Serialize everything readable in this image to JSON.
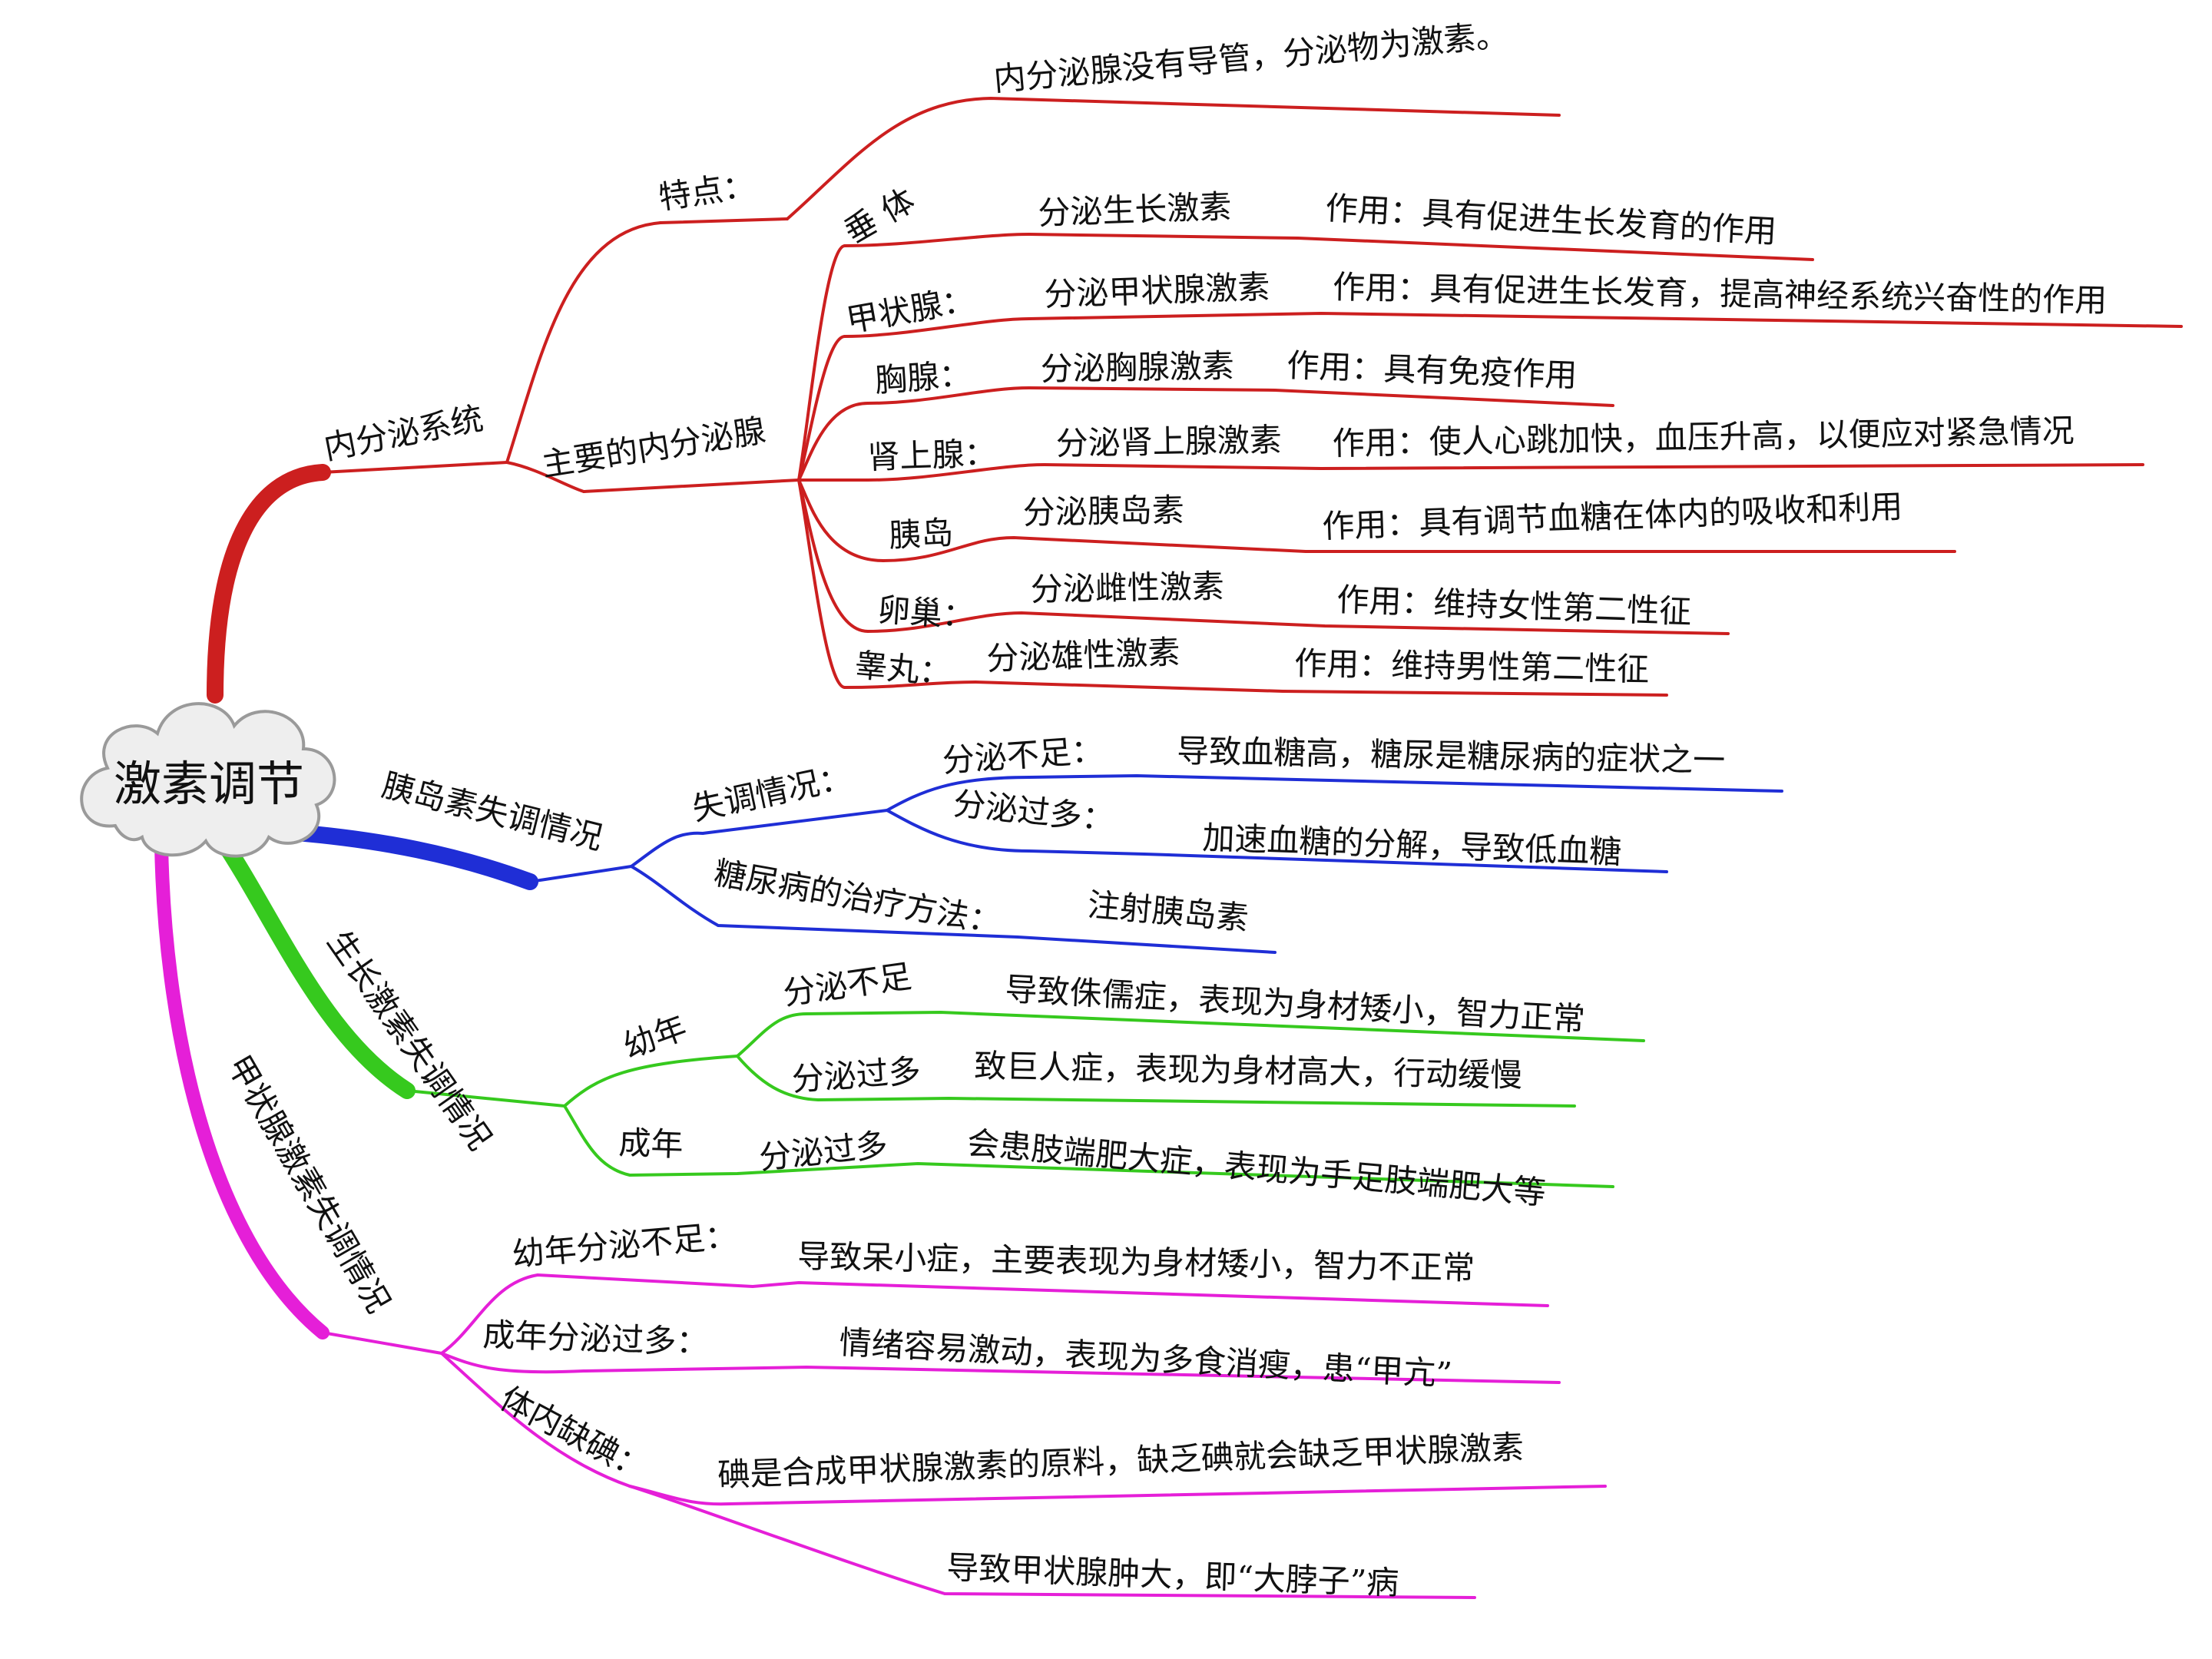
{
  "root": {
    "label": "激素调节"
  },
  "colors": {
    "red": "#cc1f1f",
    "blue": "#1f2ed6",
    "green": "#36c91e",
    "magenta": "#e51fd8",
    "cloud": "#eeeeee"
  },
  "branches": {
    "endocrine": {
      "label": "内分泌系统",
      "feature": {
        "label": "特点：",
        "text": "内分泌腺没有导管，分泌物为激素。"
      },
      "glands": {
        "label": "主要的内分泌腺",
        "items": [
          {
            "gland": "垂 体",
            "secretes": "分泌生长激素",
            "effect": "作用：具有促进生长发育的作用"
          },
          {
            "gland": "甲状腺：",
            "secretes": "分泌甲状腺激素",
            "effect": "作用：具有促进生长发育，提高神经系统兴奋性的作用"
          },
          {
            "gland": "胸腺：",
            "secretes": "分泌胸腺激素",
            "effect": "作用：具有免疫作用"
          },
          {
            "gland": "肾上腺：",
            "secretes": "分泌肾上腺激素",
            "effect": "作用：使人心跳加快，血压升高，以便应对紧急情况"
          },
          {
            "gland": "胰岛",
            "secretes": "分泌胰岛素",
            "effect": "作用：具有调节血糖在体内的吸收和利用"
          },
          {
            "gland": "卵巢：",
            "secretes": "分泌雌性激素",
            "effect": "作用：维持女性第二性征"
          },
          {
            "gland": "睾丸：",
            "secretes": "分泌雄性激素",
            "effect": "作用：维持男性第二性征"
          }
        ]
      }
    },
    "insulin": {
      "label": "胰岛素失调情况",
      "imbalance": {
        "label": "失调情况：",
        "insufficient": {
          "label": "分泌不足：",
          "text": "导致血糖高，糖尿是糖尿病的症状之一"
        },
        "excess": {
          "label": "分泌过多：",
          "text": "加速血糖的分解，导致低血糖"
        }
      },
      "treatment": {
        "label": "糖尿病的治疗方法：",
        "text": "注射胰岛素"
      }
    },
    "growth": {
      "label": "生长激素失调情况",
      "child": {
        "label": "幼年",
        "insufficient": {
          "label": "分泌不足",
          "text": "导致侏儒症，表现为身材矮小，智力正常"
        },
        "excess": {
          "label": "分泌过多",
          "text": "致巨人症，表现为身材高大，行动缓慢"
        }
      },
      "adult": {
        "label": "成年",
        "excess": {
          "label": "分泌过多",
          "text": "会患肢端肥大症，表现为手足肢端肥大等"
        }
      }
    },
    "thyroid": {
      "label": "甲状腺激素失调情况",
      "child": {
        "label": "幼年分泌不足：",
        "text": "导致呆小症，主要表现为身材矮小，智力不正常"
      },
      "adult": {
        "label": "成年分泌过多：",
        "text": "情绪容易激动，表现为多食消瘦，患“甲亢”"
      },
      "iodine": {
        "label": "体内缺碘：",
        "text1": "碘是合成甲状腺激素的原料，缺乏碘就会缺乏甲状腺激素",
        "text2": "导致甲状腺肿大，即“大脖子”病"
      }
    }
  }
}
